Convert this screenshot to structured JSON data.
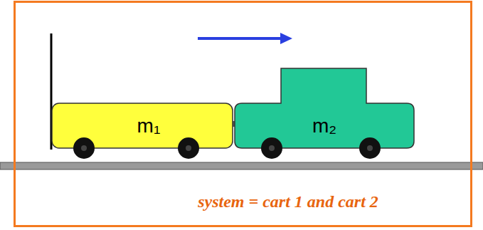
{
  "diagram": {
    "nodes": [
      {
        "text": [
          "system = cart 1 and cart 2"
        ]
      },
      {
        "text": [
          "m₁"
        ],
        "in": 0
      },
      {
        "text": [
          "m₂"
        ],
        "in": 0
      }
    ]
  }
}
